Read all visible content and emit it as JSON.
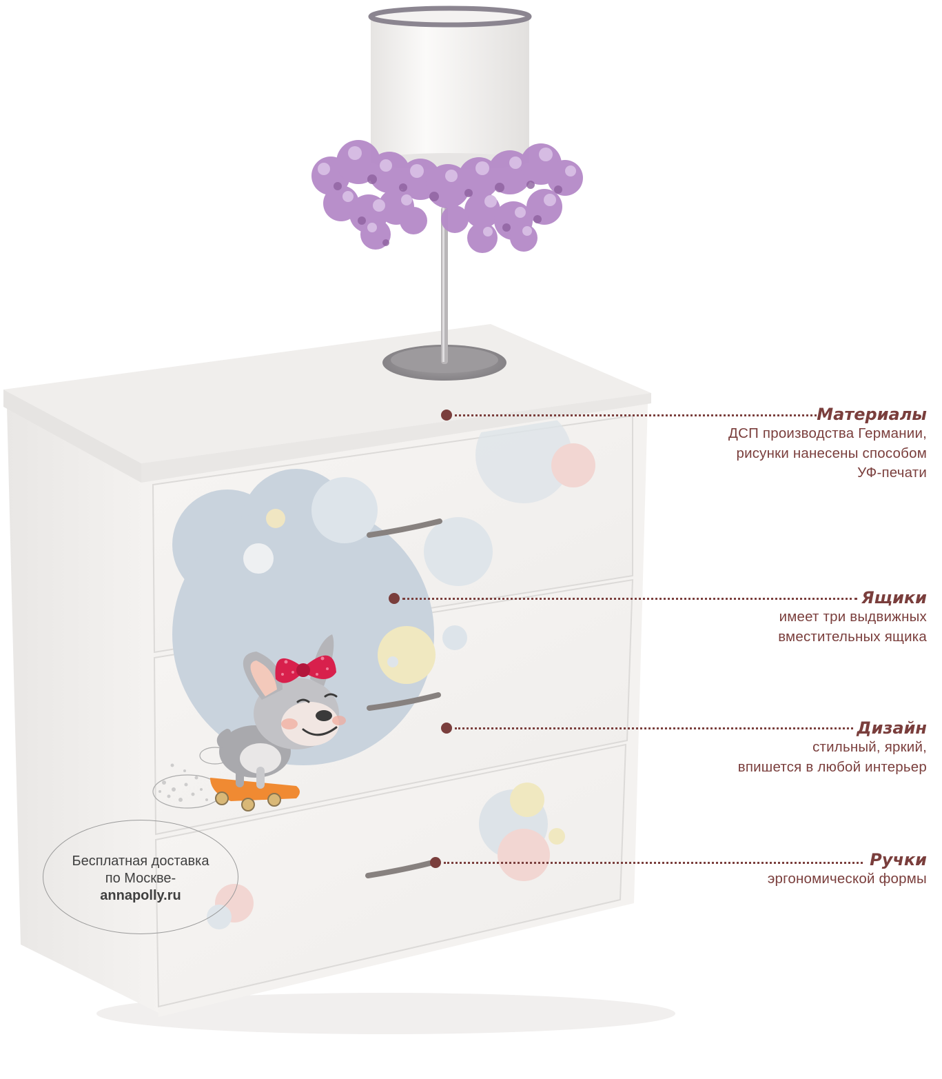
{
  "features": [
    {
      "id": "materials",
      "title": "Материалы",
      "lines": [
        "ДСП производства Германии,",
        "рисунки нанесены способом",
        "УФ-печати"
      ]
    },
    {
      "id": "drawers",
      "title": "Ящики",
      "lines": [
        "имеет три выдвижных",
        "вместительных ящика"
      ]
    },
    {
      "id": "design",
      "title": "Дизайн",
      "lines": [
        "стильный, яркий,",
        "впишется в любой интерьер"
      ]
    },
    {
      "id": "handles",
      "title": "Ручки",
      "lines": [
        "эргономической формы"
      ]
    }
  ],
  "delivery": {
    "line1": "Бесплатная доставка",
    "line2": "по Москве-",
    "site": "annapolly.ru"
  },
  "colors": {
    "accent": "#7a3e3c",
    "chest": "#f2f0ee",
    "lampshade_trim": "#b6b0c8",
    "flowers": "#b58ac8",
    "bow": "#d8204c",
    "skateboard": "#f08a32"
  },
  "icons": [
    "lamp-illustration",
    "chest-of-drawers-illustration",
    "dog-on-skateboard-illustration"
  ]
}
